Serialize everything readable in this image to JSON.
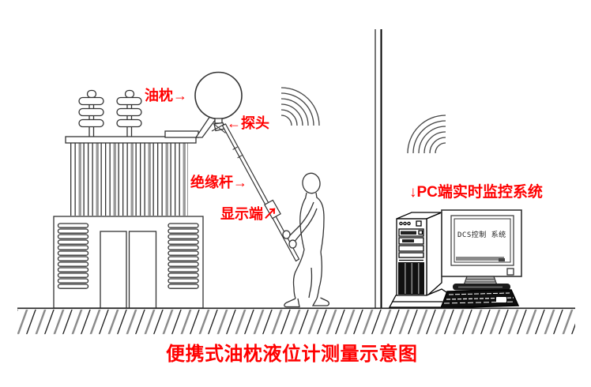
{
  "diagram": {
    "title": "便携式油枕液位计测量示意图",
    "labels": {
      "oil_pillow": "油枕→",
      "probe": "←探头",
      "insulating_rod": "绝缘杆→",
      "display_end": "显示端↗",
      "pc_monitoring": "↓PC端实时监控系统"
    },
    "monitor_screen_text": "DCS控制 系统",
    "icons": {
      "wireless_signal_left": "signal-arcs",
      "wireless_signal_right": "signal-arcs"
    },
    "colors": {
      "label_red": "#ff0000",
      "line_art": "#333333",
      "background": "#ffffff"
    }
  }
}
